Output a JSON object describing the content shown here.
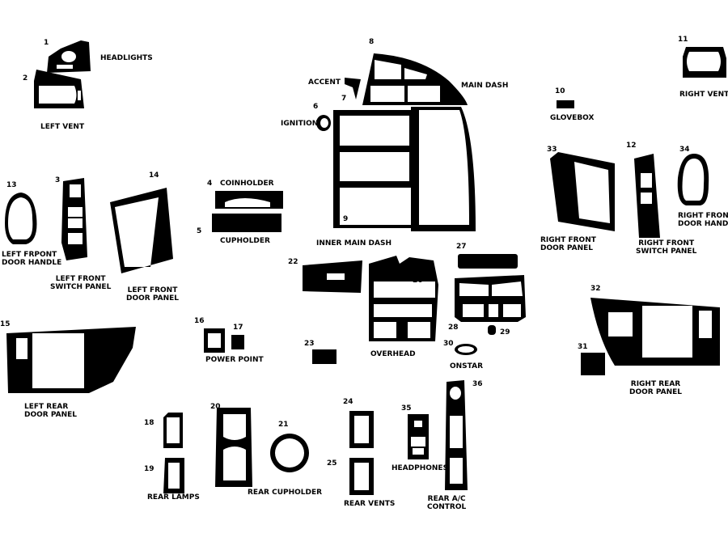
{
  "colors": {
    "piece": "#000000",
    "cutout": "#ffffff"
  },
  "labels": {
    "headlights": "HEADLIGHTS",
    "left_vent": "LEFT VENT",
    "accent": "ACCENT",
    "main_dash": "MAIN DASH",
    "ignition": "IGNITION",
    "glovebox": "GLOVEBOX",
    "right_vent": "RIGHT VENT",
    "coinholder": "COINHOLDER",
    "cupholder": "CUPHOLDER",
    "inner_main_dash": "INNER MAIN DASH",
    "left_front_door_handle": [
      "LEFT FRPONT",
      "DOOR HANDLE"
    ],
    "left_front_switch_panel": [
      "LEFT FRONT",
      "SWITCH PANEL"
    ],
    "left_front_door_panel": [
      "LEFT FRONT",
      "DOOR PANEL"
    ],
    "right_front_door_panel": [
      "RIGHT FRONT",
      "DOOR PANEL"
    ],
    "right_front_switch_panel": [
      "RIGHT FRONT",
      "SWITCH PANEL"
    ],
    "right_front_door_handle": [
      "RIGHT FRONT",
      "DOOR HANDLE"
    ],
    "overhead": "OVERHEAD",
    "onstar": "ONSTAR",
    "power_point": "POWER POINT",
    "left_rear_door_panel": [
      "LEFT REAR",
      "DOOR PANEL"
    ],
    "right_rear_door_panel": [
      "RIGHT REAR",
      "DOOR PANEL"
    ],
    "rear_lamps": "REAR LAMPS",
    "rear_cupholder": "REAR CUPHOLDER",
    "rear_vents": "REAR VENTS",
    "headphones": "HEADPHONES",
    "rear_ac_control": [
      "REAR A/C",
      "CONTROL"
    ]
  },
  "numbers": [
    "1",
    "2",
    "3",
    "4",
    "5",
    "6",
    "7",
    "8",
    "9",
    "10",
    "11",
    "12",
    "13",
    "14",
    "15",
    "16",
    "17",
    "18",
    "19",
    "20",
    "21",
    "22",
    "23",
    "24",
    "25",
    "26",
    "27",
    "28",
    "29",
    "30",
    "31",
    "32",
    "33",
    "34",
    "35",
    "36"
  ]
}
